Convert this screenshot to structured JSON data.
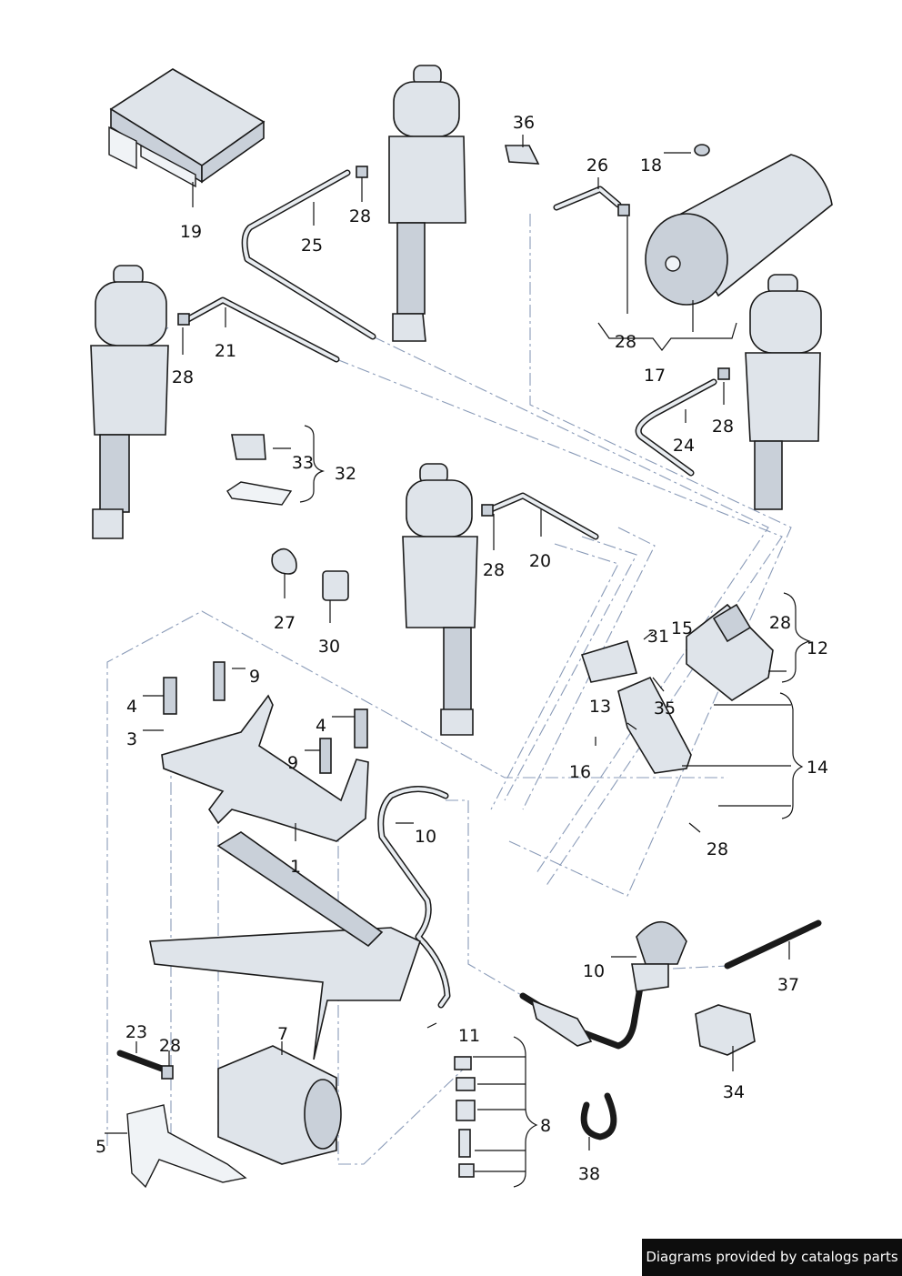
{
  "labels": {
    "n1": "1",
    "n3": "3",
    "n4a": "4",
    "n4b": "4",
    "n5": "5",
    "n7": "7",
    "n8": "8",
    "n9a": "9",
    "n9b": "9",
    "n10a": "10",
    "n10b": "10",
    "n11": "11",
    "n12": "12",
    "n13": "13",
    "n14": "14",
    "n15": "15",
    "n16": "16",
    "n17": "17",
    "n18": "18",
    "n19": "19",
    "n20": "20",
    "n21": "21",
    "n23": "23",
    "n24": "24",
    "n25": "25",
    "n26": "26",
    "n27": "27",
    "n28a": "28",
    "n28b": "28",
    "n28c": "28",
    "n28d": "28",
    "n28e": "28",
    "n28f": "28",
    "n28g": "28",
    "n28h": "28",
    "n30": "30",
    "n31": "31",
    "n32": "32",
    "n33": "33",
    "n34": "34",
    "n35": "35",
    "n36": "36",
    "n37": "37",
    "n38": "38"
  },
  "credit": "Diagrams provided by catalogs parts"
}
